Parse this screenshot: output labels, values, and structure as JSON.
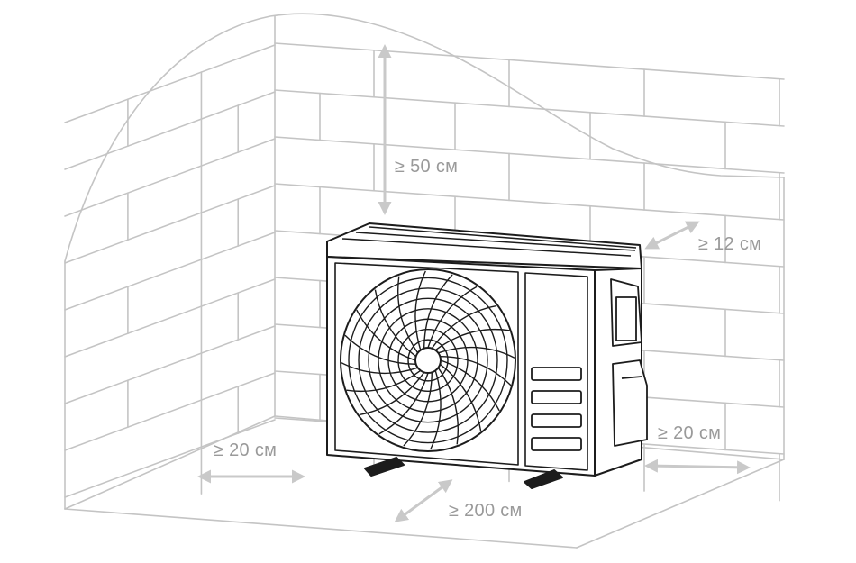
{
  "colors": {
    "wall_line": "#c4c4c4",
    "arrow": "#c9c9c9",
    "label": "#9a9a9a",
    "unit_line": "#1c1c1c",
    "background": "#ffffff"
  },
  "clearances": {
    "top": "≥ 50 см",
    "back": "≥ 12 см",
    "left": "≥ 20 см",
    "right": "≥ 20 см",
    "front": "≥ 200 см"
  },
  "icons": {
    "unit": "outdoor-ac-unit-icon",
    "fan": "fan-grille-icon",
    "wall": "brick-wall-corner"
  }
}
